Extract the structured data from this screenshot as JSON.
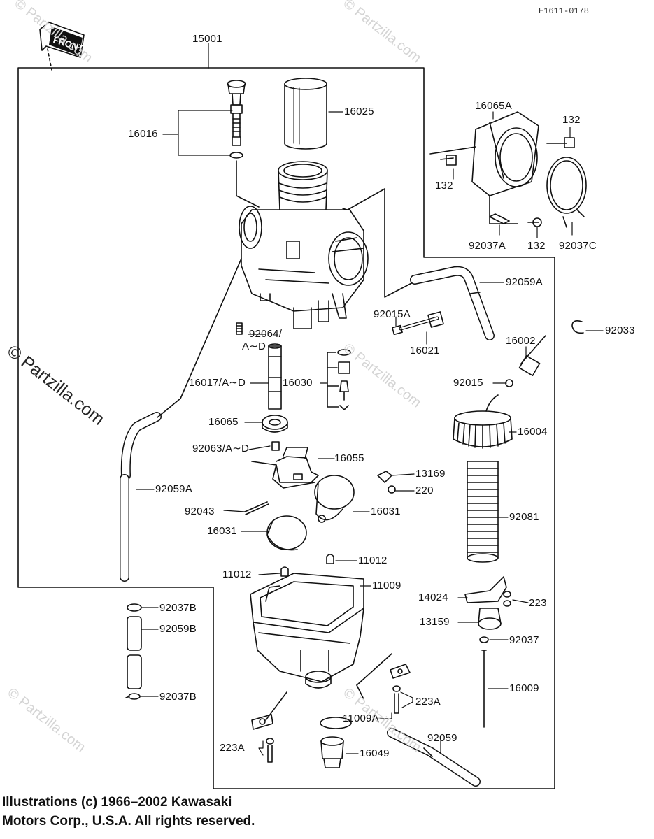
{
  "diagram_code": "E1611-0178",
  "front_label": "FRONT",
  "watermark_text": "© Partzilla.com",
  "copyright": {
    "line1": "Illustrations (c) 1966–2002 Kawasaki",
    "line2": "Motors Corp., U.S.A.  All rights reserved."
  },
  "callouts": [
    {
      "id": "15001",
      "label": "15001"
    },
    {
      "id": "16025",
      "label": "16025"
    },
    {
      "id": "16016",
      "label": "16016"
    },
    {
      "id": "16065A",
      "label": "16065A"
    },
    {
      "id": "132a",
      "label": "132"
    },
    {
      "id": "132b",
      "label": "132"
    },
    {
      "id": "132c",
      "label": "132"
    },
    {
      "id": "92037A",
      "label": "92037A"
    },
    {
      "id": "92037C",
      "label": "92037C"
    },
    {
      "id": "92059A_top",
      "label": "92059A"
    },
    {
      "id": "92015A",
      "label": "92015A"
    },
    {
      "id": "16021",
      "label": "16021"
    },
    {
      "id": "92064",
      "label": "92064/"
    },
    {
      "id": "92064b",
      "label": "A∼D"
    },
    {
      "id": "16017",
      "label": "16017/A∼D"
    },
    {
      "id": "16030",
      "label": "16030"
    },
    {
      "id": "92033",
      "label": "92033"
    },
    {
      "id": "16002",
      "label": "16002"
    },
    {
      "id": "92015",
      "label": "92015"
    },
    {
      "id": "16065",
      "label": "16065"
    },
    {
      "id": "16004",
      "label": "16004"
    },
    {
      "id": "92063",
      "label": "92063/A∼D"
    },
    {
      "id": "16055",
      "label": "16055"
    },
    {
      "id": "13169",
      "label": "13169"
    },
    {
      "id": "220",
      "label": "220"
    },
    {
      "id": "92059A_left",
      "label": "92059A"
    },
    {
      "id": "92043",
      "label": "92043"
    },
    {
      "id": "16031a",
      "label": "16031"
    },
    {
      "id": "16031b",
      "label": "16031"
    },
    {
      "id": "92081",
      "label": "92081"
    },
    {
      "id": "11012a",
      "label": "11012"
    },
    {
      "id": "11012b",
      "label": "11012"
    },
    {
      "id": "11009",
      "label": "11009"
    },
    {
      "id": "92037B_top",
      "label": "92037B"
    },
    {
      "id": "14024",
      "label": "14024"
    },
    {
      "id": "223",
      "label": "223"
    },
    {
      "id": "92059B",
      "label": "92059B"
    },
    {
      "id": "13159",
      "label": "13159"
    },
    {
      "id": "92037",
      "label": "92037"
    },
    {
      "id": "16009",
      "label": "16009"
    },
    {
      "id": "92037B_bot",
      "label": "92037B"
    },
    {
      "id": "223A_right",
      "label": "223A"
    },
    {
      "id": "11009A",
      "label": "11009A"
    },
    {
      "id": "92059",
      "label": "92059"
    },
    {
      "id": "223A_left",
      "label": "223A"
    },
    {
      "id": "16049",
      "label": "16049"
    }
  ]
}
